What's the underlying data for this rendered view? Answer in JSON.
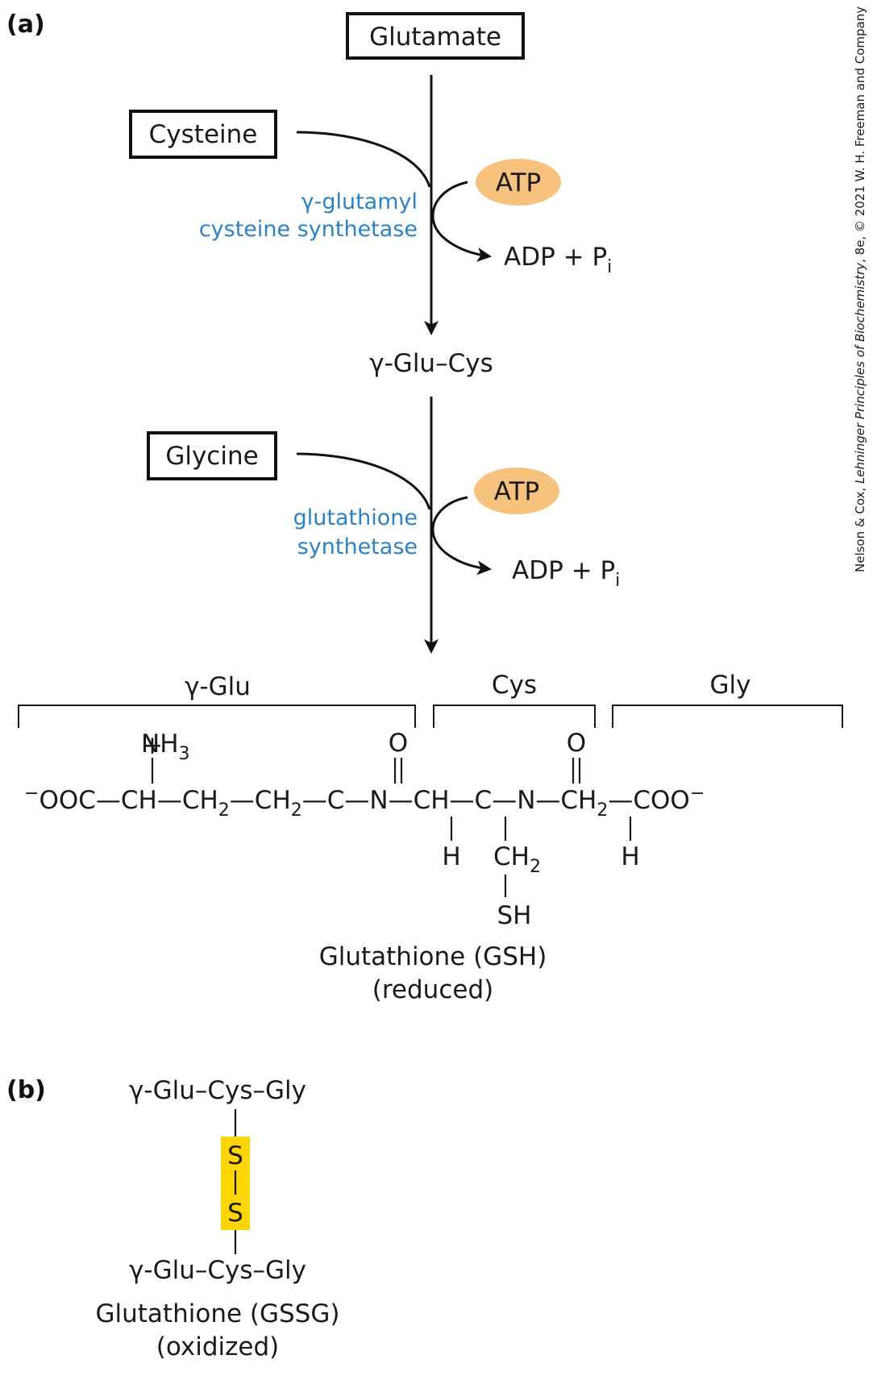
{
  "panel_a": {
    "label": "(a)",
    "substrates": {
      "glutamate": "Glutamate",
      "cysteine": "Cysteine",
      "glycine": "Glycine"
    },
    "step1": {
      "enzyme_line1": "γ-glutamyl",
      "enzyme_line2": "cysteine synthetase",
      "cofactor": "ATP",
      "products_main": "ADP + P",
      "products_sub": "i"
    },
    "intermediate": "γ-Glu–Cys",
    "step2": {
      "enzyme_line1": "glutathione",
      "enzyme_line2": "synthetase",
      "cofactor": "ATP",
      "products_main": "ADP + P",
      "products_sub": "i"
    },
    "residues": [
      "γ-Glu",
      "Cys",
      "Gly"
    ],
    "product_name": "Glutathione (GSH)",
    "product_state": "(reduced)"
  },
  "panel_b": {
    "label": "(b)",
    "chain_top": "γ-Glu–Cys–Gly",
    "sulfur_top": "S",
    "sulfur_bottom": "S",
    "chain_bottom": "γ-Glu–Cys–Gly",
    "product_name": "Glutathione (GSSG)",
    "product_state": "(oxidized)"
  },
  "credit": {
    "prefix": "Nelson & Cox, ",
    "title": "Lehninger Principles of Biochemistry",
    "suffix": ", 8e, © 2021 W. H. Freeman and Company"
  },
  "colors": {
    "enzyme_text": "#2b82c4",
    "atp_fill": "#f7c17e",
    "disulfide_highlight": "#ffd600"
  }
}
